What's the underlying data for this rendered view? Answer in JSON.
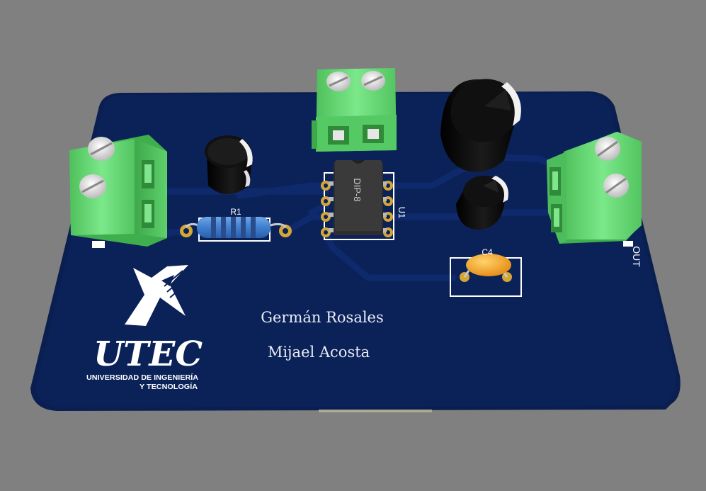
{
  "board": {
    "silkscreen": {
      "resistor_ref": "R1",
      "ic_ref": "U1",
      "ic_package": "DIP-8",
      "capacitor_ref": "C4",
      "output_label": "OUT"
    },
    "logo": {
      "name": "UTEC",
      "subtitle_line1": "UNIVERSIDAD DE INGENIERÍA",
      "subtitle_line2": "Y TECNOLOGÍA"
    },
    "authors": [
      "Germán Rosales",
      "Mijael Acosta"
    ],
    "colors": {
      "background": "#808080",
      "pcb": "#0b2259",
      "terminal_block": "#6ee07a",
      "silkscreen": "#ffffff",
      "capacitor_body": "#0e0e0e",
      "ceramic_cap": "#f4a020"
    }
  }
}
